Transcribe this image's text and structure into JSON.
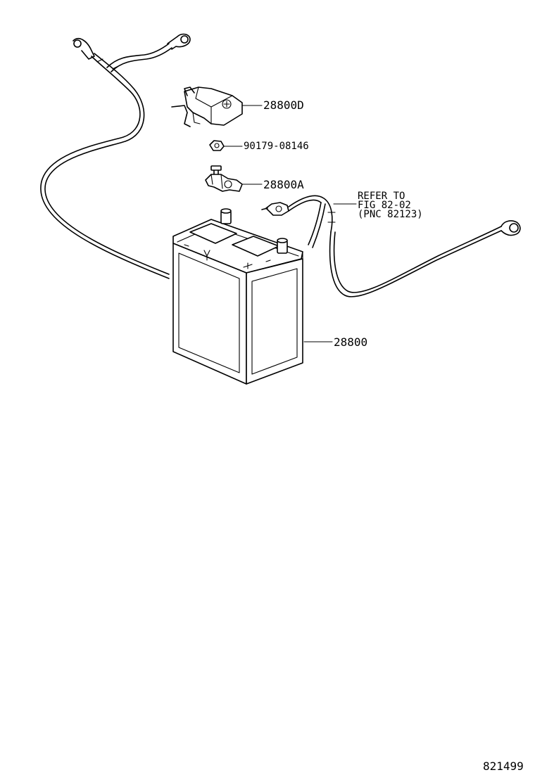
{
  "parts": {
    "cover": "28800D",
    "nut": "90179-08146",
    "clamp": "28800A",
    "battery": "28800"
  },
  "note": {
    "line1": "REFER TO",
    "line2": "FIG 82-02",
    "line3": "(PNC 82123)"
  },
  "figure_number": "821499"
}
